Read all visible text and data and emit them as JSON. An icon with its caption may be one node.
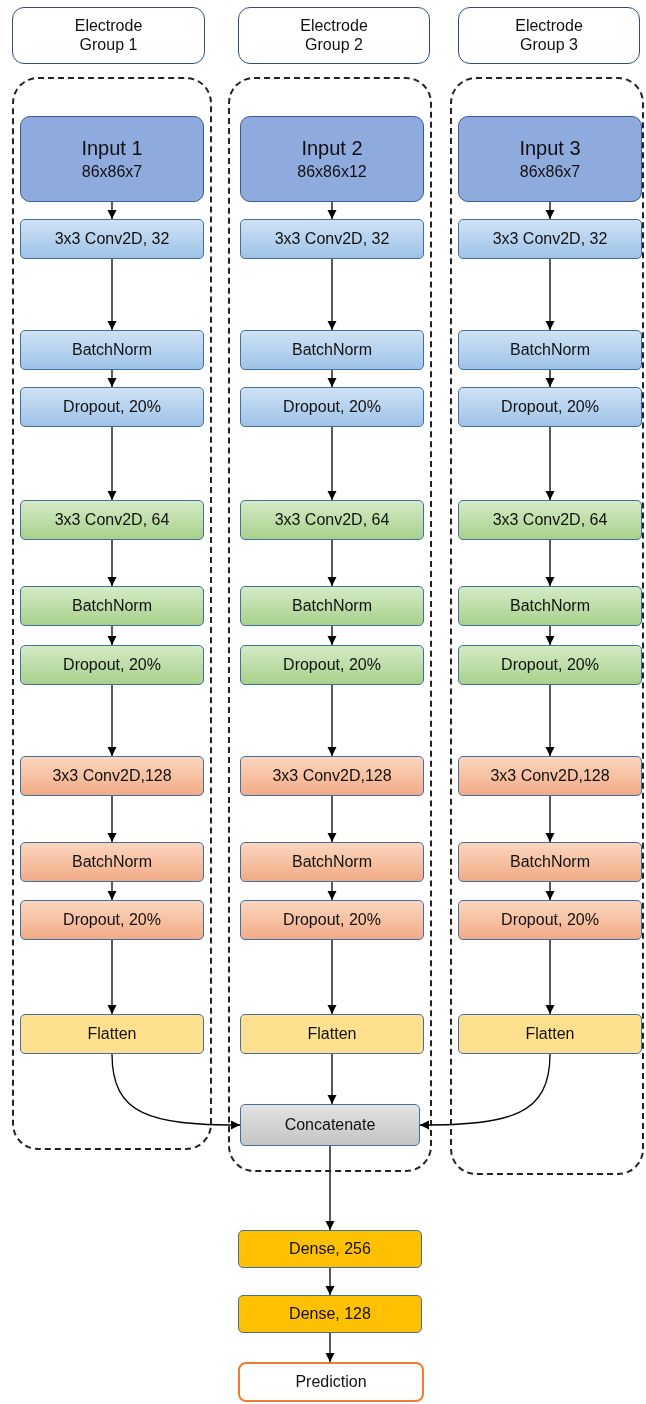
{
  "diagram": {
    "nodes": [
      {
        "text": [
          "Electrode Group 1"
        ]
      },
      {
        "text": [
          "Electrode Group 2"
        ]
      },
      {
        "text": [
          "Electrode Group 3"
        ]
      },
      {
        "text": [],
        "shape": "box"
      },
      {
        "text": [
          "Input 1",
          "86x86x7"
        ],
        "in": 3
      },
      {
        "text": [
          "3x3 Conv2D, 32"
        ],
        "in": 3
      },
      {
        "text": [
          "BatchNorm"
        ],
        "in": 3
      },
      {
        "text": [
          "Dropout, 20%"
        ],
        "in": 3
      },
      {
        "text": [
          "3x3 Conv2D, 64"
        ],
        "in": 3
      },
      {
        "text": [
          "BatchNorm"
        ],
        "in": 3
      },
      {
        "text": [
          "Dropout, 20%"
        ],
        "in": 3
      },
      {
        "text": [
          "3x3 Conv2D,128"
        ],
        "in": 3
      },
      {
        "text": [
          "BatchNorm"
        ],
        "in": 3
      },
      {
        "text": [
          "Dropout, 20%"
        ],
        "in": 3
      },
      {
        "text": [
          "Flatten"
        ],
        "in": 3
      },
      {
        "text": [],
        "shape": "box"
      },
      {
        "text": [
          "Input 2",
          "86x86x12"
        ],
        "in": 15
      },
      {
        "text": [
          "3x3 Conv2D, 32"
        ],
        "in": 15
      },
      {
        "text": [
          "BatchNorm"
        ],
        "in": 15
      },
      {
        "text": [
          "Dropout, 20%"
        ],
        "in": 15
      },
      {
        "text": [
          "3x3 Conv2D, 64"
        ],
        "in": 15
      },
      {
        "text": [
          "BatchNorm"
        ],
        "in": 15
      },
      {
        "text": [
          "Dropout, 20%"
        ],
        "in": 15
      },
      {
        "text": [
          "3x3 Conv2D,128"
        ],
        "in": 15
      },
      {
        "text": [
          "BatchNorm"
        ],
        "in": 15
      },
      {
        "text": [
          "Dropout, 20%"
        ],
        "in": 15
      },
      {
        "text": [
          "Flatten"
        ],
        "in": 15
      },
      {
        "text": [
          "Concatenate"
        ],
        "in": 15
      },
      {
        "text": [],
        "shape": "box"
      },
      {
        "text": [
          "Input 3",
          "86x86x7"
        ],
        "in": 28
      },
      {
        "text": [
          "3x3 Conv2D, 32"
        ],
        "in": 28
      },
      {
        "text": [
          "BatchNorm"
        ],
        "in": 28
      },
      {
        "text": [
          "Dropout, 20%"
        ],
        "in": 28
      },
      {
        "text": [
          "3x3 Conv2D, 64"
        ],
        "in": 28
      },
      {
        "text": [
          "BatchNorm"
        ],
        "in": 28
      },
      {
        "text": [
          "Dropout, 20%"
        ],
        "in": 28
      },
      {
        "text": [
          "3x3 Conv2D,128"
        ],
        "in": 28
      },
      {
        "text": [
          "BatchNorm"
        ],
        "in": 28
      },
      {
        "text": [
          "Dropout, 20%"
        ],
        "in": 28
      },
      {
        "text": [
          "Flatten"
        ],
        "in": 28
      },
      {
        "text": [
          "Dense, 256"
        ]
      },
      {
        "text": [
          "Dense, 128"
        ]
      },
      {
        "text": [
          "Prediction"
        ]
      }
    ],
    "edges": [
      {
        "from": 4,
        "to": 5,
        "arrow": "to"
      },
      {
        "from": 5,
        "to": 6,
        "arrow": "to"
      },
      {
        "from": 6,
        "to": 7,
        "arrow": "to"
      },
      {
        "from": 7,
        "to": 8,
        "arrow": "to"
      },
      {
        "from": 8,
        "to": 9,
        "arrow": "to"
      },
      {
        "from": 9,
        "to": 10,
        "arrow": "to"
      },
      {
        "from": 10,
        "to": 11,
        "arrow": "to"
      },
      {
        "from": 11,
        "to": 12,
        "arrow": "to"
      },
      {
        "from": 12,
        "to": 13,
        "arrow": "to"
      },
      {
        "from": 13,
        "to": 14,
        "arrow": "to"
      },
      {
        "from": 16,
        "to": 17,
        "arrow": "to"
      },
      {
        "from": 17,
        "to": 18,
        "arrow": "to"
      },
      {
        "from": 18,
        "to": 19,
        "arrow": "to"
      },
      {
        "from": 19,
        "to": 20,
        "arrow": "to"
      },
      {
        "from": 20,
        "to": 21,
        "arrow": "to"
      },
      {
        "from": 21,
        "to": 22,
        "arrow": "to"
      },
      {
        "from": 22,
        "to": 23,
        "arrow": "to"
      },
      {
        "from": 23,
        "to": 24,
        "arrow": "to"
      },
      {
        "from": 24,
        "to": 25,
        "arrow": "to"
      },
      {
        "from": 25,
        "to": 26,
        "arrow": "to"
      },
      {
        "from": 29,
        "to": 30,
        "arrow": "to"
      },
      {
        "from": 30,
        "to": 31,
        "arrow": "to"
      },
      {
        "from": 31,
        "to": 32,
        "arrow": "to"
      },
      {
        "from": 32,
        "to": 33,
        "arrow": "to"
      },
      {
        "from": 33,
        "to": 34,
        "arrow": "to"
      },
      {
        "from": 34,
        "to": 35,
        "arrow": "to"
      },
      {
        "from": 35,
        "to": 36,
        "arrow": "to"
      },
      {
        "from": 36,
        "to": 37,
        "arrow": "to"
      },
      {
        "from": 37,
        "to": 38,
        "arrow": "to"
      },
      {
        "from": 38,
        "to": 39,
        "arrow": "to"
      },
      {
        "from": 14,
        "to": 27,
        "arrow": "to"
      },
      {
        "from": 26,
        "to": 27,
        "arrow": "to"
      },
      {
        "from": 39,
        "to": 27,
        "arrow": "to"
      },
      {
        "from": 27,
        "to": 40,
        "arrow": "to"
      },
      {
        "from": 40,
        "to": 41,
        "arrow": "to"
      },
      {
        "from": 41,
        "to": 42,
        "arrow": "to"
      }
    ]
  }
}
